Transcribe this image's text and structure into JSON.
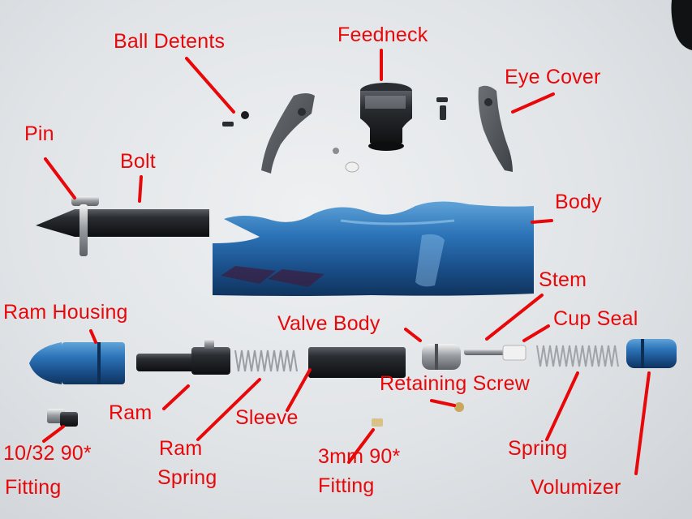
{
  "labels": {
    "ball_detents": "Ball Detents",
    "feedneck": "Feedneck",
    "eye_cover": "Eye Cover",
    "pin": "Pin",
    "bolt": "Bolt",
    "body": "Body",
    "stem": "Stem",
    "ram_housing": "Ram Housing",
    "valve_body": "Valve Body",
    "cup_seal": "Cup Seal",
    "retaining_screw": "Retaining Screw",
    "ram": "Ram",
    "sleeve": "Sleeve",
    "fitting_1032_line1": "10/32 90*",
    "fitting_1032_line2": "Fitting",
    "ram_spring_line1": "Ram",
    "ram_spring_line2": "Spring",
    "fitting_3mm_line1": "3mm 90*",
    "fitting_3mm_line2": "Fitting",
    "spring": "Spring",
    "volumizer": "Volumizer"
  },
  "colors": {
    "label_red": "#e8080a",
    "body_blue": "#1f5f9c",
    "part_black": "#1a1c1f",
    "background": "#e1e4e7"
  }
}
